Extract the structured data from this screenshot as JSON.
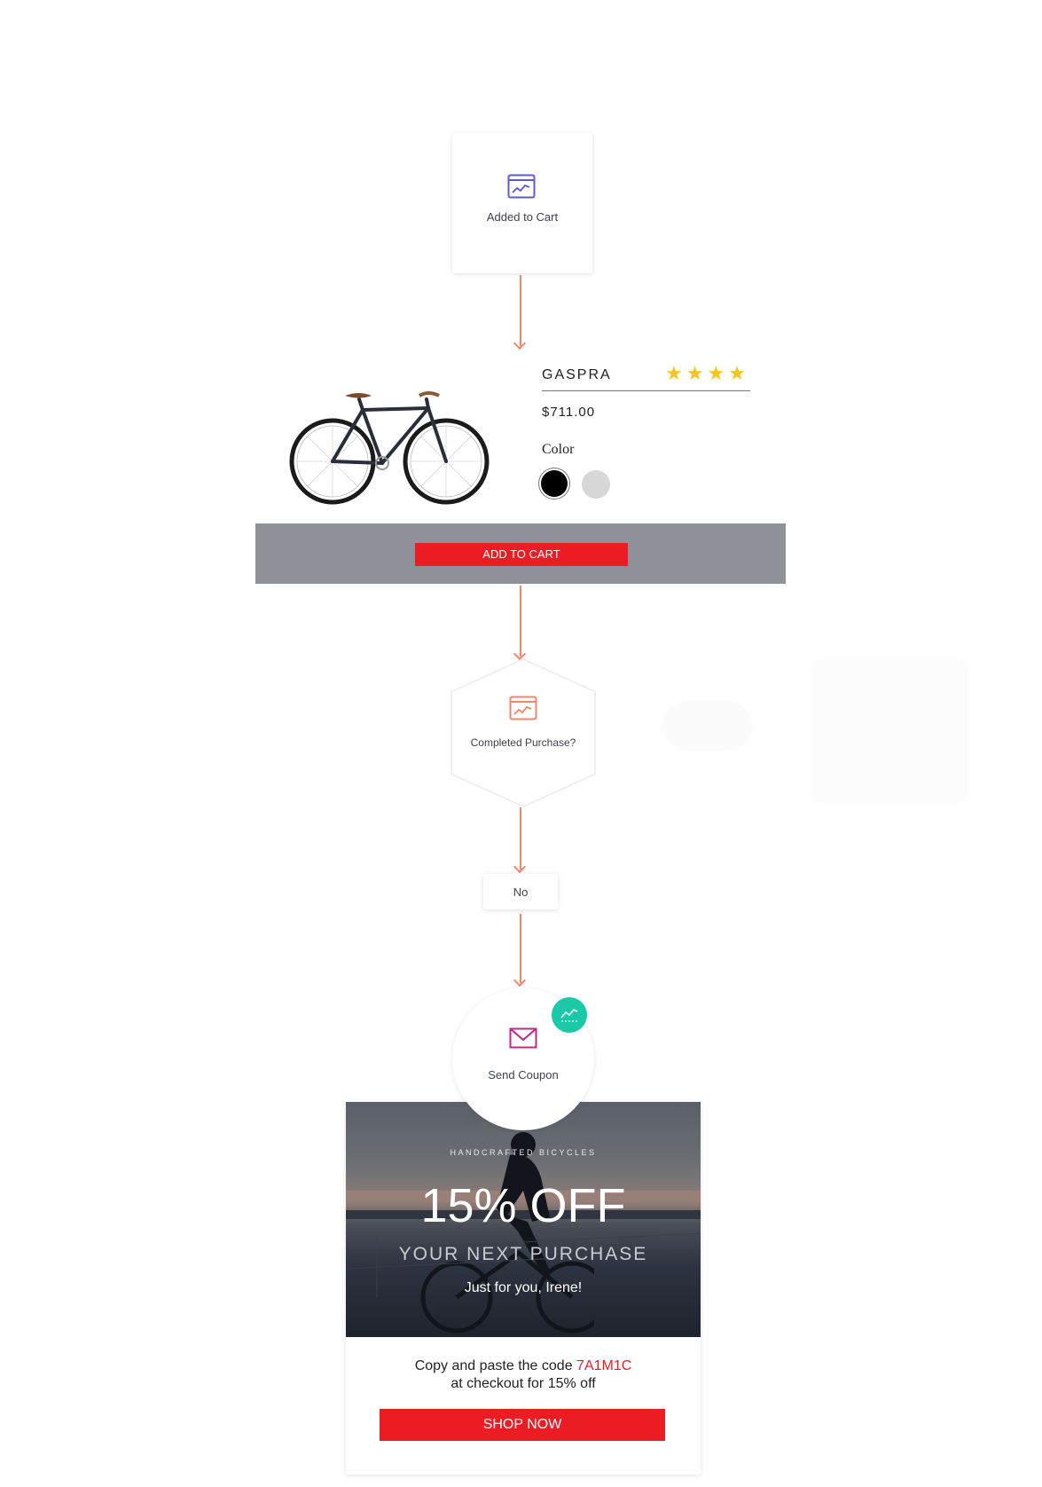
{
  "colors": {
    "arrow": "#f0866b",
    "accent_red": "#ec1c24",
    "star": "#f5c51e",
    "badge_teal": "#1bc9a9",
    "icon_purple": "#5b5bd6",
    "icon_orange": "#f0866b",
    "icon_magenta": "#c2278a",
    "product_bar": "#8f9198"
  },
  "nodes": {
    "trigger": {
      "icon": "chart-window-icon",
      "label": "Added to Cart"
    },
    "condition": {
      "icon": "chart-window-icon",
      "label": "Completed Purchase?"
    },
    "branch": {
      "label": "No"
    },
    "action": {
      "icon": "envelope-icon",
      "badge_icon": "trend-chart-icon",
      "label": "Send Coupon"
    }
  },
  "product": {
    "name": "GASPRA",
    "rating": 4,
    "price": "$711.00",
    "color_label": "Color",
    "colors": [
      "#000000",
      "#d7d7d7"
    ],
    "selected_color": 0,
    "add_to_cart": "ADD TO CART"
  },
  "coupon": {
    "arc_text": "HANDCRAFTED BICYCLES",
    "headline": "15% OFF",
    "subheadline": "YOUR NEXT PURCHASE",
    "personal": "Just for you, Irene!",
    "copy_prefix": "Copy and paste the code ",
    "code": "7A1M1C",
    "copy_suffix": "at checkout for 15% off",
    "cta": "SHOP NOW"
  }
}
